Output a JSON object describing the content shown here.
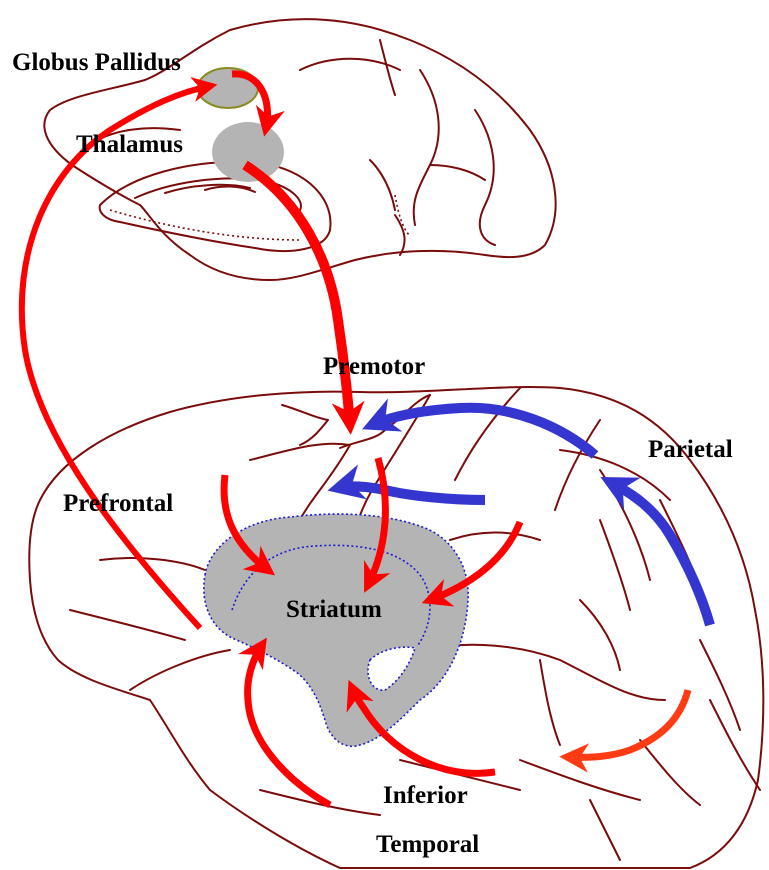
{
  "labels": {
    "globus_pallidus": "Globus Pallidus",
    "thalamus": "Thalamus",
    "premotor": "Premotor",
    "parietal": "Parietal",
    "prefrontal": "Prefrontal",
    "striatum": "Striatum",
    "inferior": "Inferior",
    "temporal": "Temporal"
  },
  "colors": {
    "outline": "#7a0c0c",
    "region_fill": "#b4b4b4",
    "region_border": "#1a1ad0",
    "globus_pallidus_border": "#8a8a20",
    "red_arrow": "#ff0000",
    "orange_arrow": "#ff3b14",
    "blue_arrow": "#3535d0",
    "text": "#000000"
  },
  "icons": {
    "arrow": "arrowhead-icon"
  }
}
